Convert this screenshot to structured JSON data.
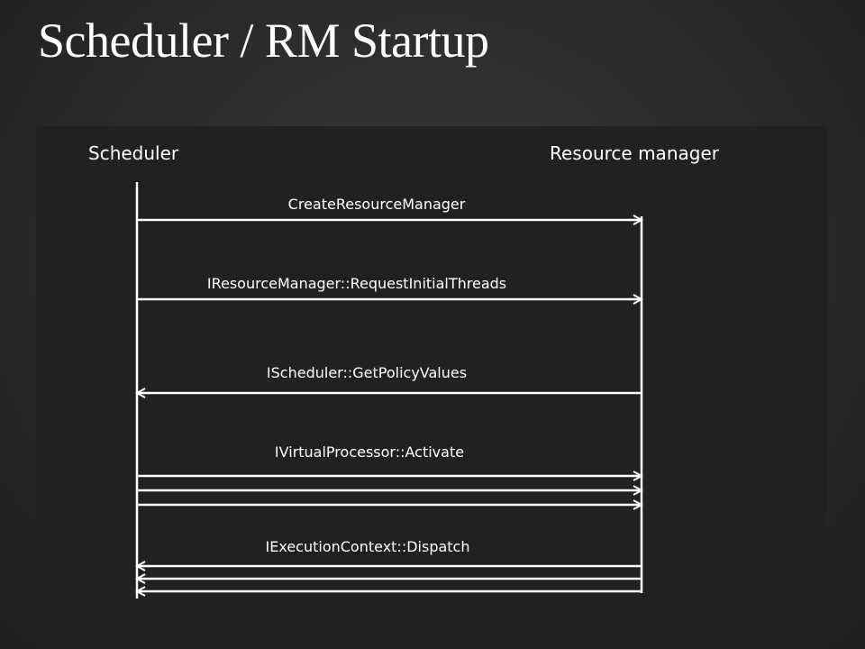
{
  "slide": {
    "title": "Scheduler / RM Startup"
  },
  "lifelines": {
    "left": "Scheduler",
    "right": "Resource manager"
  },
  "messages": [
    {
      "label": "CreateResourceManager",
      "direction": "right",
      "count": 1
    },
    {
      "label": "IResourceManager::RequestInitialThreads",
      "direction": "right",
      "count": 1
    },
    {
      "label": "IScheduler::GetPolicyValues",
      "direction": "left",
      "count": 1
    },
    {
      "label": "IVirtualProcessor::Activate",
      "direction": "right",
      "count": 3
    },
    {
      "label": "IExecutionContext::Dispatch",
      "direction": "left",
      "count": 3
    }
  ],
  "colors": {
    "line": "#ffffff",
    "text": "#ffffff",
    "panel": "#212121"
  }
}
